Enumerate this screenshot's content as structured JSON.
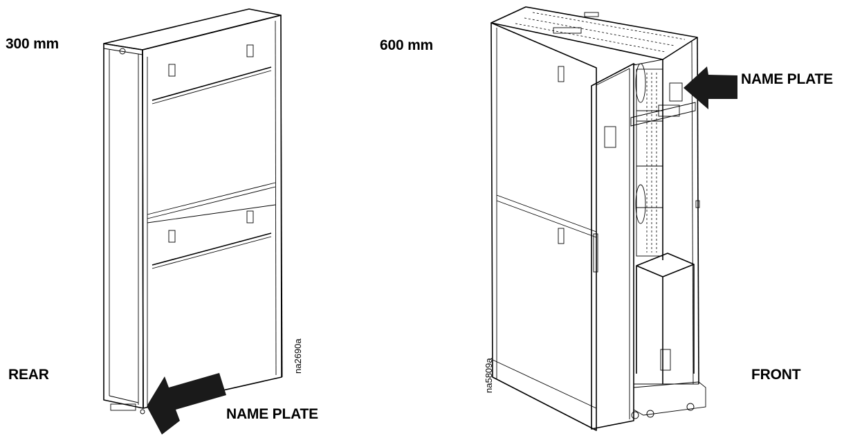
{
  "labels": {
    "left_size": "300 mm",
    "right_size": "600 mm",
    "left_view": "REAR",
    "right_view": "FRONT",
    "left_callout": "NAME PLATE",
    "right_callout": "NAME PLATE",
    "left_code": "na2690a",
    "right_code": "na5809a"
  },
  "colors": {
    "line": "#000000",
    "background": "#ffffff",
    "arrow": "#1a1a1a"
  }
}
